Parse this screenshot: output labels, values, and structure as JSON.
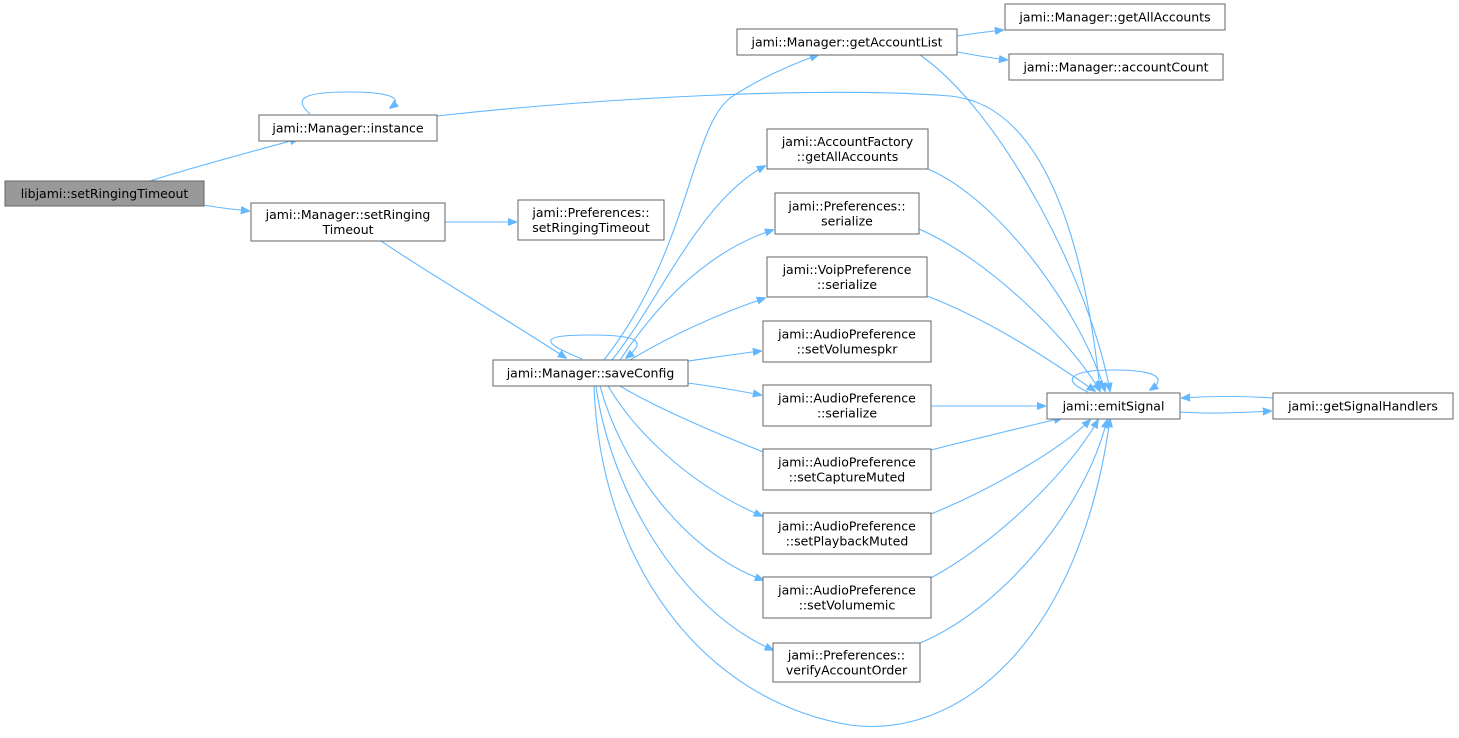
{
  "nodes": [
    {
      "id": "root",
      "lines": [
        "libjami::setRingingTimeout"
      ],
      "root": true
    },
    {
      "id": "instance",
      "lines": [
        "jami::Manager::instance"
      ]
    },
    {
      "id": "setRinging",
      "lines": [
        "jami::Manager::setRinging",
        "Timeout"
      ]
    },
    {
      "id": "prefSetRinging",
      "lines": [
        "jami::Preferences::",
        "setRingingTimeout"
      ]
    },
    {
      "id": "saveConfig",
      "lines": [
        "jami::Manager::saveConfig"
      ]
    },
    {
      "id": "getAccountList",
      "lines": [
        "jami::Manager::getAccountList"
      ]
    },
    {
      "id": "getAllAccounts",
      "lines": [
        "jami::Manager::getAllAccounts"
      ]
    },
    {
      "id": "accountCount",
      "lines": [
        "jami::Manager::accountCount"
      ]
    },
    {
      "id": "factoryGetAll",
      "lines": [
        "jami::AccountFactory",
        "::getAllAccounts"
      ]
    },
    {
      "id": "prefSerialize",
      "lines": [
        "jami::Preferences::",
        "serialize"
      ]
    },
    {
      "id": "voipSerialize",
      "lines": [
        "jami::VoipPreference",
        "::serialize"
      ]
    },
    {
      "id": "setVolumespkr",
      "lines": [
        "jami::AudioPreference",
        "::setVolumespkr"
      ]
    },
    {
      "id": "audioSerialize",
      "lines": [
        "jami::AudioPreference",
        "::serialize"
      ]
    },
    {
      "id": "setCaptureMuted",
      "lines": [
        "jami::AudioPreference",
        "::setCaptureMuted"
      ]
    },
    {
      "id": "setPlaybackMuted",
      "lines": [
        "jami::AudioPreference",
        "::setPlaybackMuted"
      ]
    },
    {
      "id": "setVolumemic",
      "lines": [
        "jami::AudioPreference",
        "::setVolumemic"
      ]
    },
    {
      "id": "verifyOrder",
      "lines": [
        "jami::Preferences::",
        "verifyAccountOrder"
      ]
    },
    {
      "id": "emitSignal",
      "lines": [
        "jami::emitSignal"
      ]
    },
    {
      "id": "getSignalHandlers",
      "lines": [
        "jami::getSignalHandlers"
      ]
    }
  ],
  "edges": [
    {
      "from": "root",
      "to": "instance"
    },
    {
      "from": "root",
      "to": "setRinging"
    },
    {
      "from": "instance",
      "to": "instance"
    },
    {
      "from": "instance",
      "to": "emitSignal"
    },
    {
      "from": "setRinging",
      "to": "prefSetRinging"
    },
    {
      "from": "setRinging",
      "to": "saveConfig"
    },
    {
      "from": "saveConfig",
      "to": "saveConfig"
    },
    {
      "from": "saveConfig",
      "to": "getAccountList"
    },
    {
      "from": "saveConfig",
      "to": "factoryGetAll"
    },
    {
      "from": "saveConfig",
      "to": "prefSerialize"
    },
    {
      "from": "saveConfig",
      "to": "voipSerialize"
    },
    {
      "from": "saveConfig",
      "to": "setVolumespkr"
    },
    {
      "from": "saveConfig",
      "to": "audioSerialize"
    },
    {
      "from": "saveConfig",
      "to": "setCaptureMuted"
    },
    {
      "from": "saveConfig",
      "to": "setPlaybackMuted"
    },
    {
      "from": "saveConfig",
      "to": "setVolumemic"
    },
    {
      "from": "saveConfig",
      "to": "verifyOrder"
    },
    {
      "from": "saveConfig",
      "to": "emitSignal"
    },
    {
      "from": "getAccountList",
      "to": "getAllAccounts"
    },
    {
      "from": "getAccountList",
      "to": "accountCount"
    },
    {
      "from": "getAccountList",
      "to": "emitSignal"
    },
    {
      "from": "factoryGetAll",
      "to": "emitSignal"
    },
    {
      "from": "prefSerialize",
      "to": "emitSignal"
    },
    {
      "from": "voipSerialize",
      "to": "emitSignal"
    },
    {
      "from": "audioSerialize",
      "to": "emitSignal"
    },
    {
      "from": "setCaptureMuted",
      "to": "emitSignal"
    },
    {
      "from": "setPlaybackMuted",
      "to": "emitSignal"
    },
    {
      "from": "setVolumemic",
      "to": "emitSignal"
    },
    {
      "from": "verifyOrder",
      "to": "emitSignal"
    },
    {
      "from": "emitSignal",
      "to": "emitSignal"
    },
    {
      "from": "emitSignal",
      "to": "getSignalHandlers"
    },
    {
      "from": "getSignalHandlers",
      "to": "emitSignal"
    }
  ],
  "colors": {
    "edge": "#63b8ff",
    "root_fill": "#999999",
    "node_fill": "#ffffff",
    "node_border": "#666666"
  }
}
